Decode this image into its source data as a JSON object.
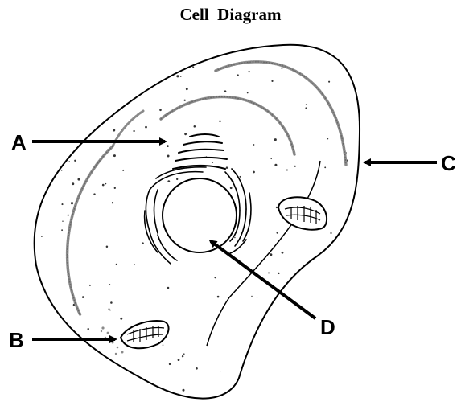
{
  "title": "Cell  Diagram",
  "labels": {
    "a": "A",
    "b": "B",
    "c": "C",
    "d": "D"
  },
  "colors": {
    "ink": "#000000",
    "granules": "#8a8a8a",
    "background": "#ffffff"
  }
}
